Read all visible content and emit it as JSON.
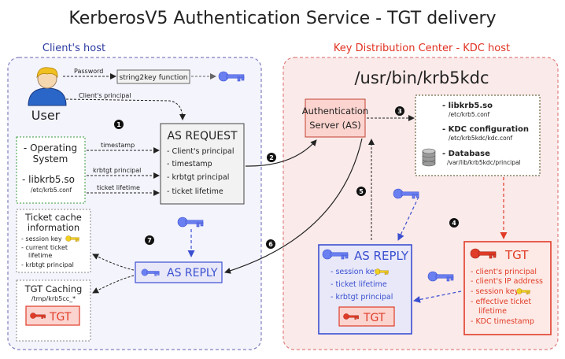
{
  "title": "KerberosV5 Authentication Service - TGT delivery",
  "client": {
    "heading": "Client's host",
    "user_label": "User",
    "password_label": "Password",
    "string2key": "string2key function",
    "principal_label": "Client's principal",
    "os": {
      "line1": "- Operating",
      "line2": "System",
      "lib": "- libkrb5.so",
      "lib_path": "/etc/krb5.conf"
    },
    "arrow_labels": {
      "timestamp": "timestamp",
      "krbtgt": "krbtgt principal",
      "lifetime": "ticket lifetime"
    },
    "as_request": {
      "title": "AS REQUEST",
      "items": [
        "- Client's principal",
        "- timestamp",
        "- krbtgt principal",
        "- ticket lifetime"
      ]
    },
    "cache_info": {
      "title1": "Ticket cache",
      "title2": "information",
      "items": [
        "- session key",
        "- current ticket",
        "lifetime",
        "- krbtgt principal"
      ]
    },
    "as_reply_label": "AS REPLY",
    "tgt_caching": {
      "title": "TGT Caching",
      "path": "/tmp/krb5cc_*"
    },
    "tgt_label": "TGT"
  },
  "kdc": {
    "heading": "Key Distribution Center - KDC host",
    "binary": "/usr/bin/krb5kdc",
    "as": {
      "line1": "Authentication",
      "line2": "Server (AS)"
    },
    "config": {
      "lib": "- libkrb5.so",
      "lib_path": "/etc/krb5.conf",
      "kdc_conf": "- KDC configuration",
      "kdc_conf_path": "/etc/krb5kdc/kdc.conf",
      "db": "- Database",
      "db_path": "/var/lib/krb5kdc/principal"
    },
    "as_reply": {
      "title": "AS REPLY",
      "items": [
        "- session key",
        "- ticket lifetime",
        "- krbtgt principal"
      ],
      "tgt": "TGT"
    },
    "tgt": {
      "title": "TGT",
      "items": [
        "- client's principal",
        "- client's IP address",
        "- session key",
        "- effective ticket",
        "lifetime",
        "- KDC timestamp"
      ]
    }
  },
  "steps": [
    "1",
    "2",
    "3",
    "4",
    "5",
    "6",
    "7"
  ],
  "colors": {
    "client_border": "#8080c0",
    "kdc_border": "#e08080",
    "kdc_fill": "#fbeaea",
    "client_heading": "#2a3aa0",
    "kdc_heading": "#e03020",
    "red": "#e03c28",
    "blue": "#3a4fd0",
    "key_blue": "#6a7ff0",
    "key_yellow": "#f0d020"
  }
}
